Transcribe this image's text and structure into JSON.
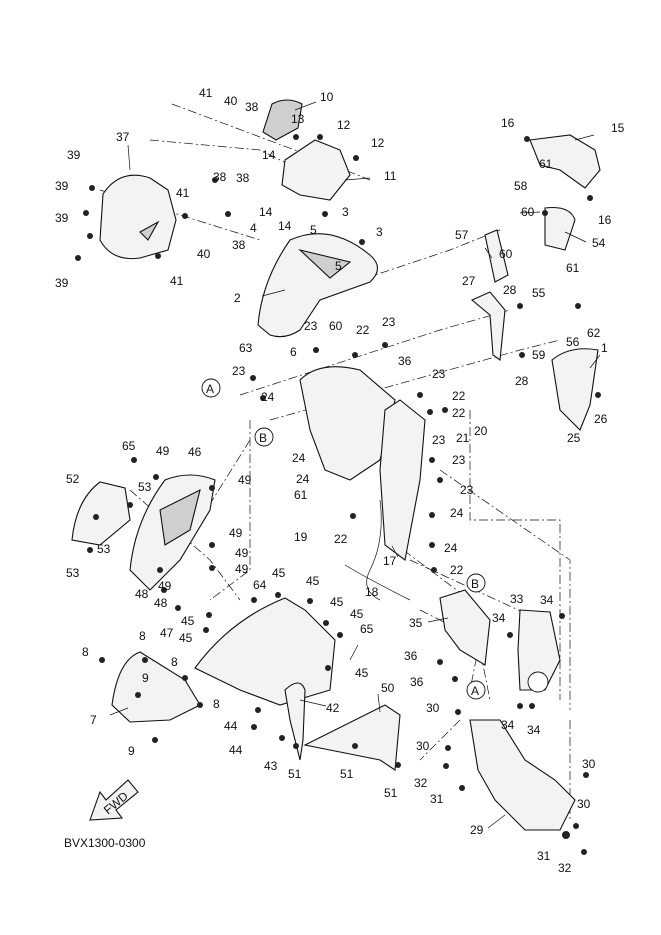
{
  "diagram_code": "BVX1300-0300",
  "fwd_label": "FWD",
  "reference_marks": [
    "A",
    "B"
  ],
  "part_labels": [
    "1",
    "2",
    "3",
    "4",
    "5",
    "6",
    "7",
    "8",
    "9",
    "10",
    "11",
    "12",
    "13",
    "14",
    "15",
    "16",
    "17",
    "18",
    "19",
    "20",
    "21",
    "22",
    "23",
    "24",
    "25",
    "26",
    "27",
    "28",
    "29",
    "30",
    "31",
    "32",
    "33",
    "34",
    "35",
    "36",
    "37",
    "38",
    "39",
    "40",
    "41",
    "42",
    "43",
    "44",
    "45",
    "46",
    "47",
    "48",
    "49",
    "50",
    "51",
    "52",
    "53",
    "54",
    "55",
    "56",
    "57",
    "58",
    "59",
    "60",
    "61",
    "62",
    "63",
    "64",
    "65"
  ]
}
